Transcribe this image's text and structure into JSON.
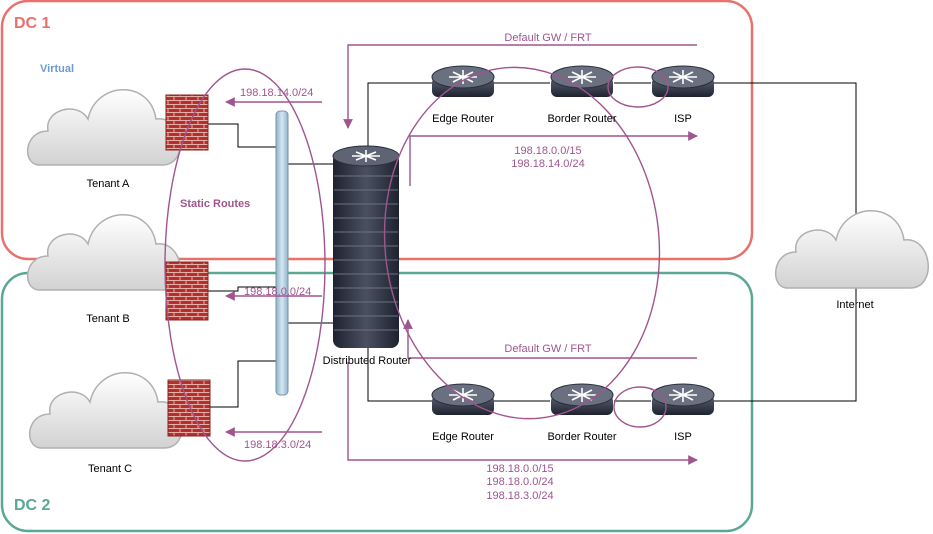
{
  "zones": {
    "dc1": {
      "label": "DC 1",
      "color": "#e8716c"
    },
    "dc2": {
      "label": "DC 2",
      "color": "#5aa794"
    }
  },
  "virtual_label": "Virtual",
  "static_routes_label": "Static Routes",
  "tenants": [
    {
      "label": "Tenant A"
    },
    {
      "label": "Tenant B"
    },
    {
      "label": "Tenant C"
    }
  ],
  "internet": {
    "label": "Internet"
  },
  "distributed_router": {
    "label": "Distributed Router"
  },
  "dc1_routers": {
    "edge": "Edge Router",
    "border": "Border Router",
    "isp": "ISP"
  },
  "dc2_routers": {
    "edge": "Edge Router",
    "border": "Border Router",
    "isp": "ISP"
  },
  "routes": {
    "default_gw_top": "Default GW / FRT",
    "default_gw_bottom": "Default GW / FRT",
    "tenant_a_route": "198.18.14.0/24",
    "tenant_b_route": "198.18.0.0/24",
    "tenant_c_route": "198.18.3.0/24",
    "dc1_adv": [
      "198.18.0.0/15",
      "198.18.14.0/24"
    ],
    "dc2_adv": [
      "198.18.0.0/15",
      "198.18.0.0/24",
      "198.18.3.0/24"
    ]
  },
  "colors": {
    "route": "#a0558f",
    "link": "#000000",
    "switch_bar": "#b7d1e2",
    "firewall": "#b3302e"
  }
}
